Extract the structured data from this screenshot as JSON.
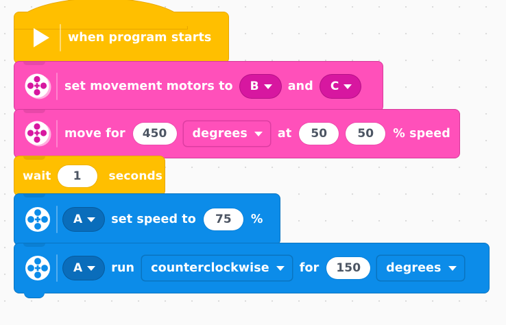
{
  "app": {
    "name": "block-programming-canvas",
    "background_color": "#fafafa",
    "grid_dot_color": "#d9d9d9"
  },
  "palette": {
    "events_yellow": "#ffbf00",
    "movement_pink": "#ff50ba",
    "movement_pink_dark": "#d717a0",
    "motor_blue": "#0c8ce9",
    "motor_blue_dark": "#0a6dbb",
    "input_white": "#ffffff",
    "input_text": "#4c5563"
  },
  "script": {
    "blocks": [
      {
        "id": "when-program-starts",
        "category": "events",
        "color": "#ffbf00",
        "icon": "play-icon",
        "label": "when program starts"
      },
      {
        "id": "set-movement-motors",
        "category": "movement",
        "color": "#ff50ba",
        "icon": "movement-motor-icon",
        "label_before": "set movement motors to",
        "port_a_value": "B",
        "label_middle": "and",
        "port_b_value": "C"
      },
      {
        "id": "move-for",
        "category": "movement",
        "color": "#ff50ba",
        "icon": "movement-motor-icon",
        "label_before": "move for",
        "amount": "450",
        "unit": "degrees",
        "label_at": "at",
        "speed_left": "50",
        "speed_right": "50",
        "label_after": "% speed"
      },
      {
        "id": "wait-seconds",
        "category": "control",
        "color": "#ffbf00",
        "label_before": "wait",
        "seconds": "1",
        "label_after": "seconds"
      },
      {
        "id": "motor-set-speed",
        "category": "motors",
        "color": "#0c8ce9",
        "icon": "single-motor-icon",
        "port": "A",
        "label_before": "set speed to",
        "speed": "75",
        "label_after": "%"
      },
      {
        "id": "motor-run-for",
        "category": "motors",
        "color": "#0c8ce9",
        "icon": "single-motor-icon",
        "port": "A",
        "label_run": "run",
        "direction": "counterclockwise",
        "label_for": "for",
        "amount": "150",
        "unit": "degrees"
      }
    ]
  }
}
